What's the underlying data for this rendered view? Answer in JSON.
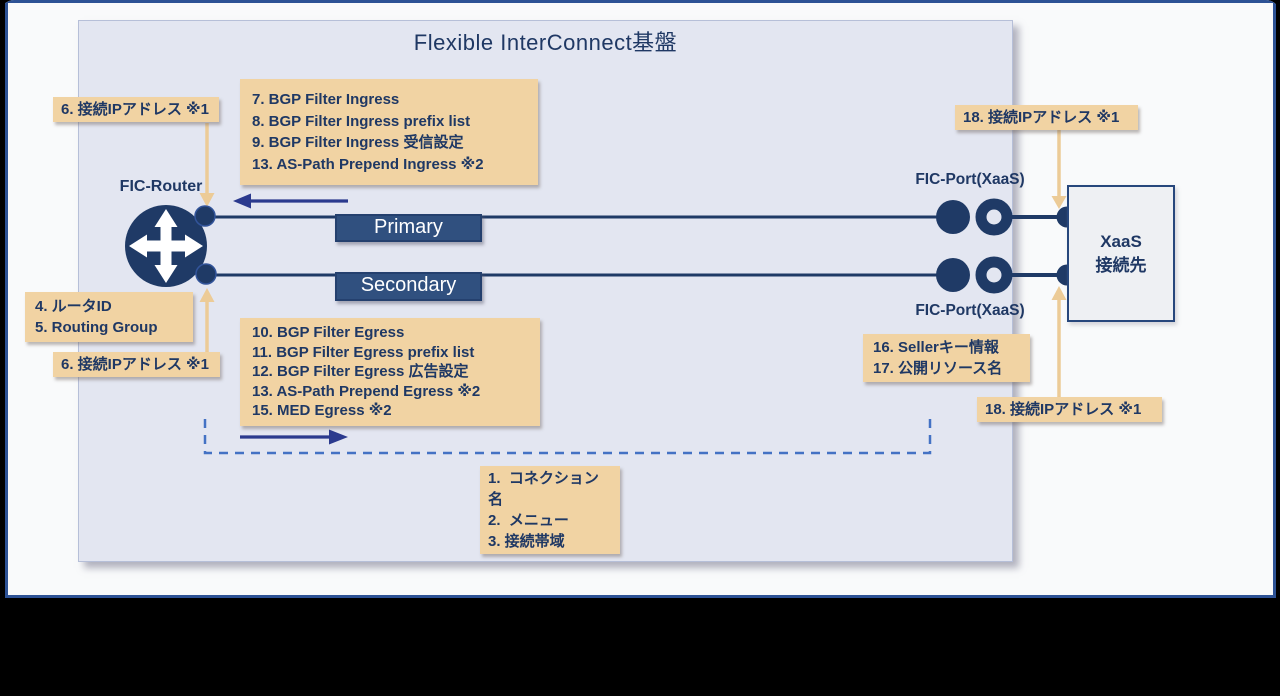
{
  "title": "Flexible InterConnect基盤",
  "nodes": {
    "fic_router": "FIC-Router",
    "fic_port_top": "FIC-Port(XaaS)",
    "fic_port_bottom": "FIC-Port(XaaS)",
    "xaas": {
      "line1": "XaaS",
      "line2": "接続先"
    }
  },
  "paths": {
    "primary": "Primary",
    "secondary": "Secondary"
  },
  "callouts": {
    "ip_top_left": "6. 接続IPアドレス ※1",
    "ip_bottom_left": "6. 接続IPアドレス ※1",
    "ip_top_right": "18. 接続IPアドレス ※1",
    "ip_bottom_right": "18. 接続IPアドレス ※1",
    "ingress": {
      "lines": [
        "7. BGP Filter Ingress",
        "8. BGP Filter Ingress prefix list",
        "9. BGP Filter Ingress 受信設定",
        "13. AS-Path Prepend Ingress ※2"
      ]
    },
    "router_info": {
      "lines": [
        "4. ルータID",
        "5. Routing Group"
      ]
    },
    "egress": {
      "lines": [
        "10. BGP Filter Egress",
        "11. BGP Filter Egress prefix list",
        "12. BGP Filter Egress 広告設定",
        "13. AS-Path Prepend Egress ※2",
        "15. MED Egress ※2"
      ]
    },
    "connection": {
      "lines": [
        "1.  コネクション名",
        "2.  メニュー",
        "3. 接続帯域"
      ]
    },
    "seller": {
      "lines": [
        "16. Sellerキー情報",
        "17. 公開リソース名"
      ]
    }
  },
  "colors": {
    "navy": "#1f3864",
    "line_navy": "#1f3a66",
    "arrow_indigo": "#2b3a8e",
    "dashed_blue": "#4472c4",
    "tan_box": "#f1d3a3",
    "tan_arrow": "#eccb97",
    "container_bg": "#e3e6f1",
    "frame_border": "#2d5295",
    "path_label_bg": "#30507f"
  }
}
